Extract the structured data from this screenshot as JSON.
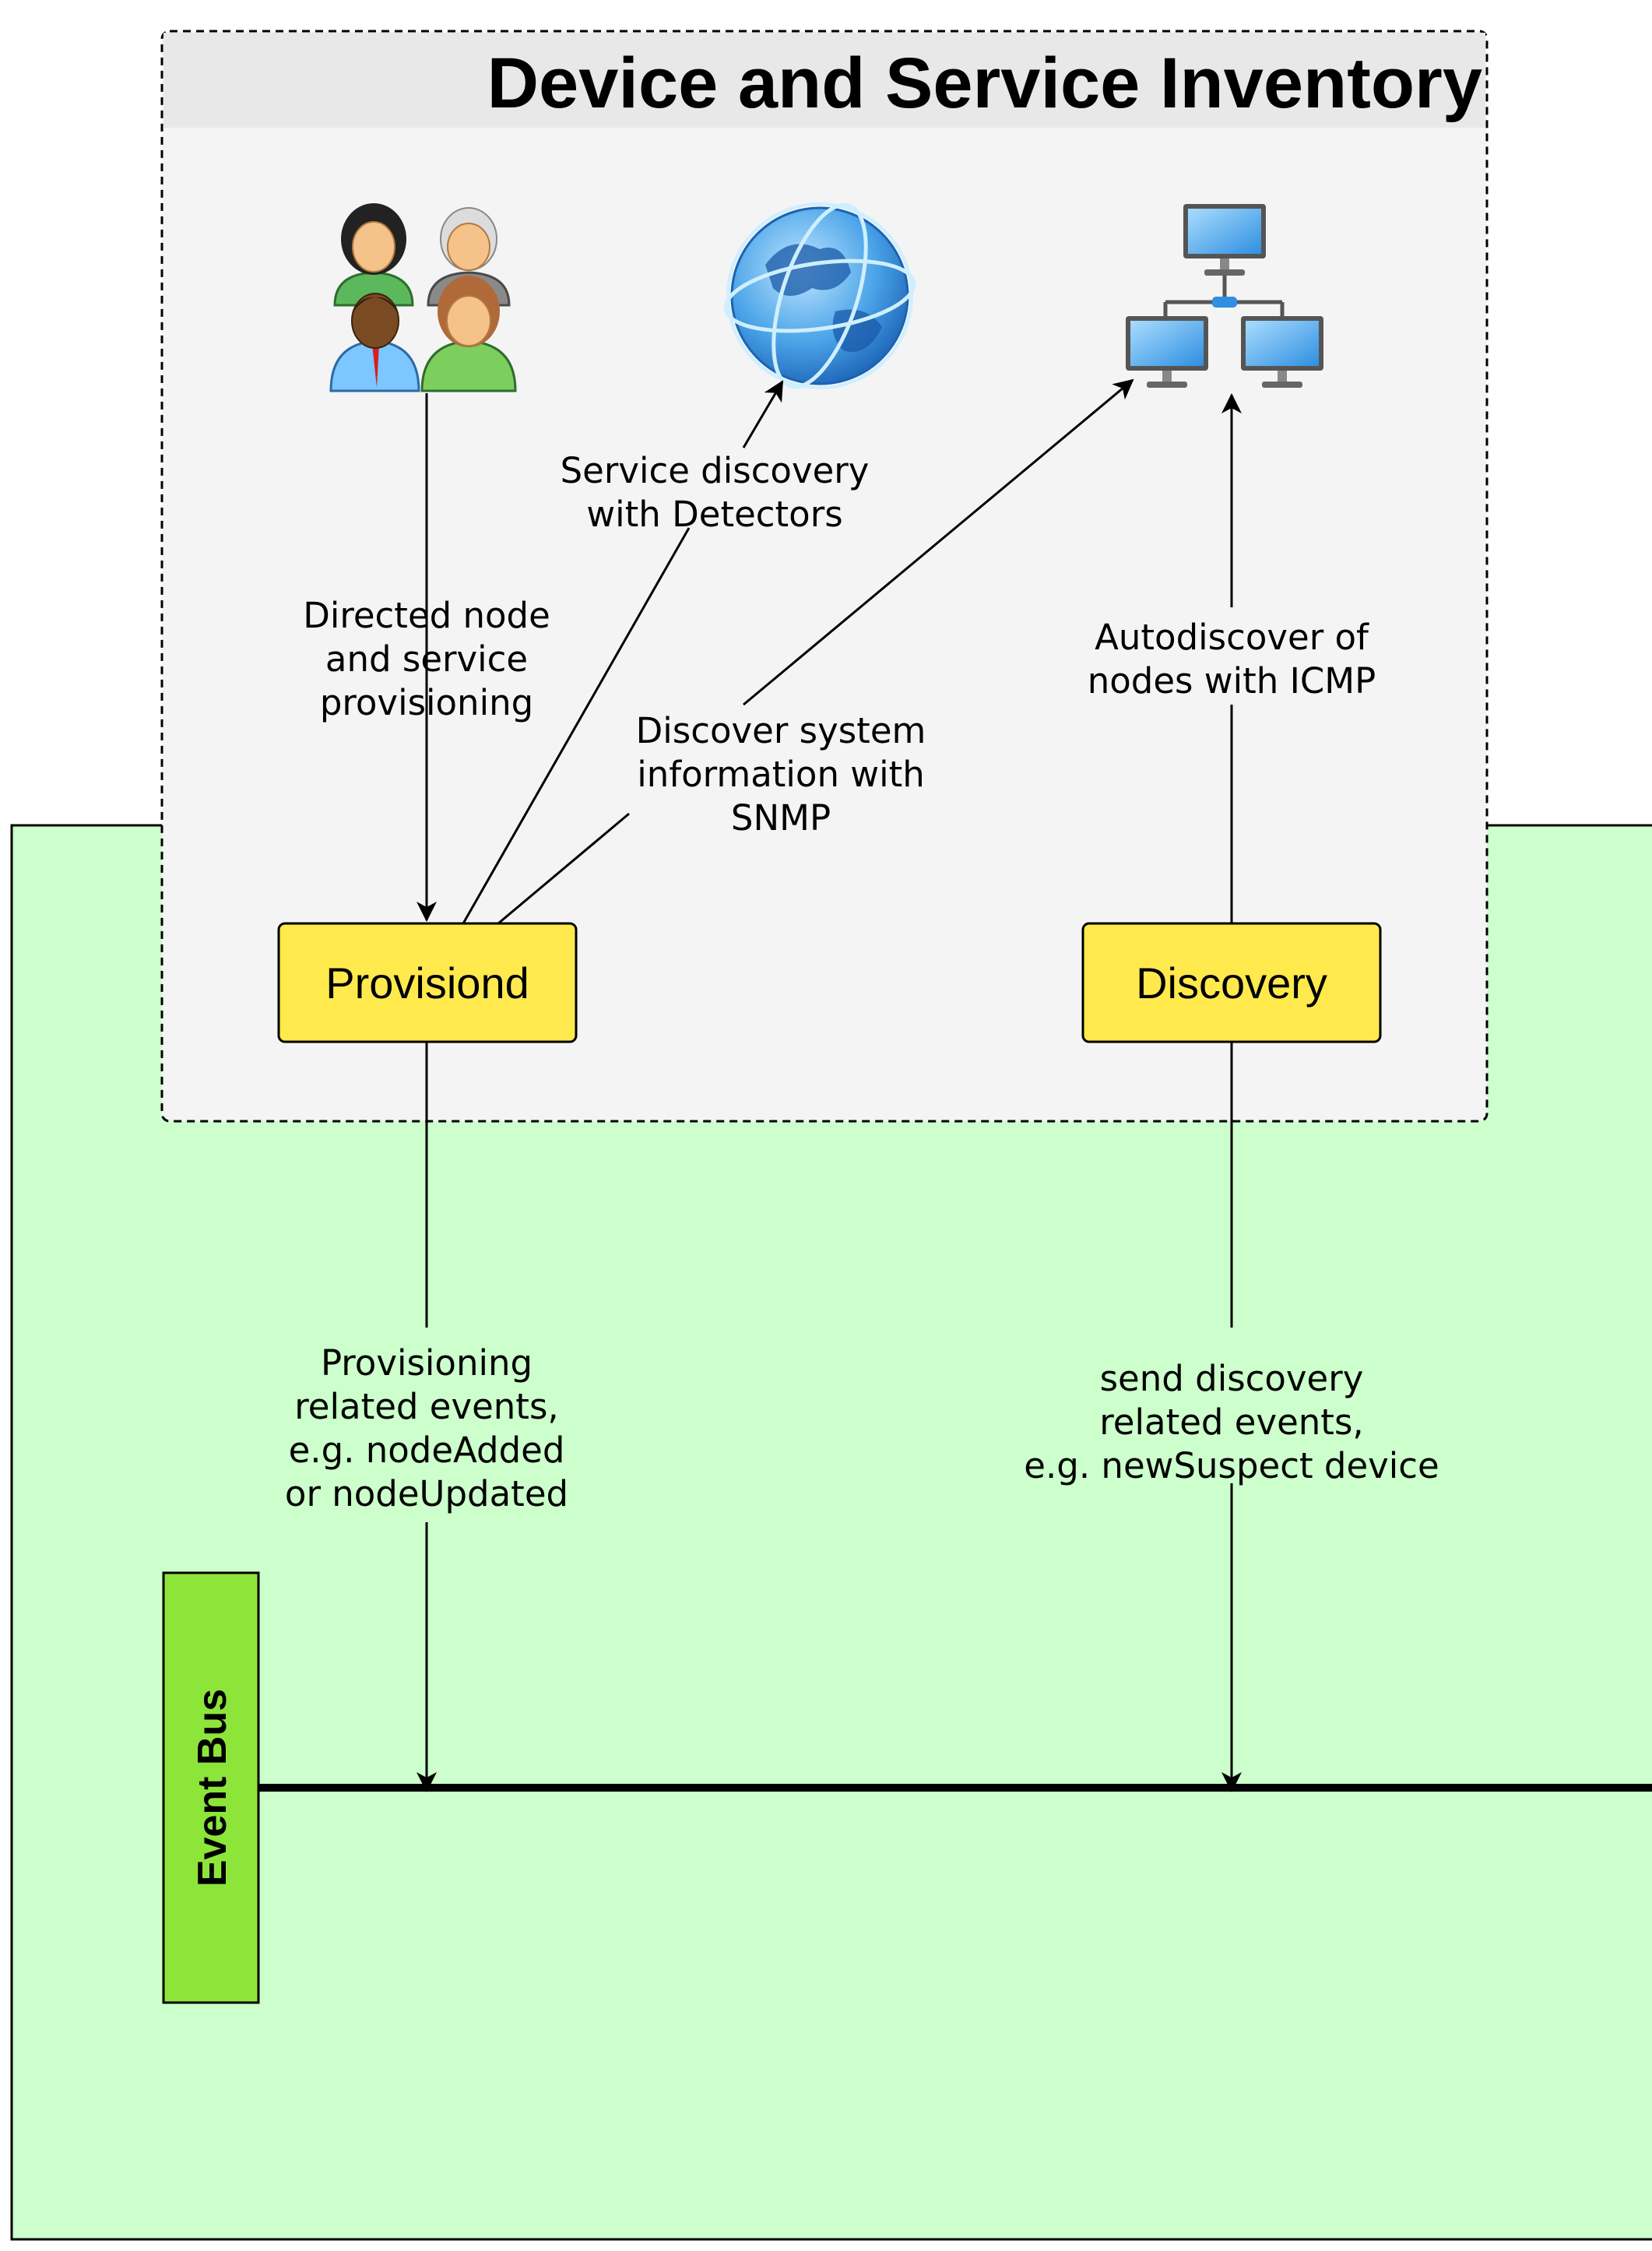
{
  "title": "Device and Service Inventory",
  "nodes": {
    "provisiond": "Provisiond",
    "discovery": "Discovery",
    "event_bus": "Event Bus"
  },
  "icons": {
    "people": "users-group-icon",
    "globe": "globe-icon",
    "network": "network-computers-icon"
  },
  "edge_labels": {
    "directed": [
      "Directed node",
      "and service",
      "provisioning"
    ],
    "service_discovery": [
      "Service discovery",
      "with Detectors"
    ],
    "snmp": [
      "Discover system",
      "information with",
      "SNMP"
    ],
    "autodiscover": [
      "Autodiscover of",
      "nodes with ICMP"
    ],
    "prov_events": [
      "Provisioning",
      "related events,",
      "e.g. nodeAdded",
      "or nodeUpdated"
    ],
    "disc_events": [
      "send discovery",
      "related events,",
      "e.g. newSuspect device"
    ]
  },
  "colors": {
    "green_area": "#ccffcc",
    "inventory_bg": "#f4f4f4",
    "title_band": "#e8e8e8",
    "node_fill": "#ffe94d",
    "bus_fill": "#8ee53a"
  }
}
